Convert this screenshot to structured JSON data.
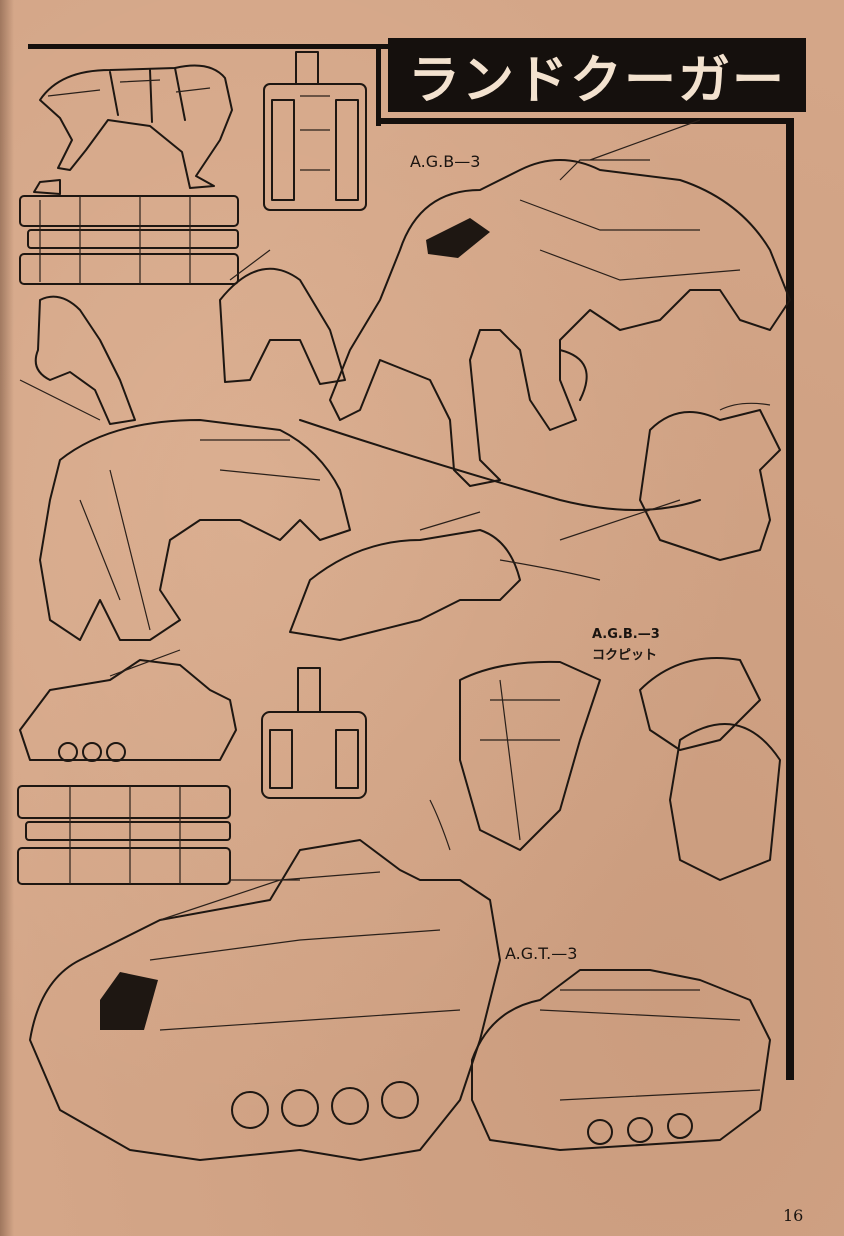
{
  "title": "ランドクーガー",
  "labels": {
    "agb3": "A.G.B—3",
    "agb3_cockpit_line1": "A.G.B.—3",
    "agb3_cockpit_line2": "コクピット",
    "agt3": "A.G.T.—3"
  },
  "page_number": "16"
}
